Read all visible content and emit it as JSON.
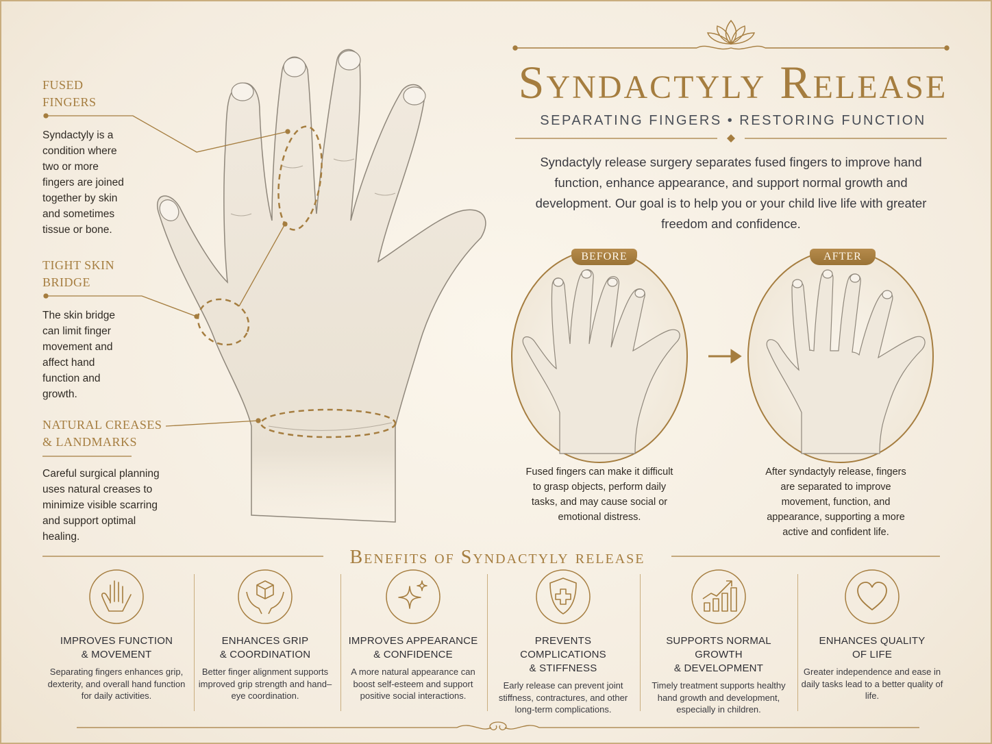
{
  "title": "Syndactyly Release",
  "subtitle": "SEPARATING FINGERS • RESTORING FUNCTION",
  "intro": "Syndactyly release surgery separates fused fingers to improve hand function, enhance appearance, and support normal growth and development. Our goal is to help you or your child live life with greater freedom and confidence.",
  "annotations": [
    {
      "heading_line1": "FUSED",
      "heading_line2": "FINGERS",
      "text": "Syndactyly is a condition where two or more fingers are joined together by skin and sometimes tissue or bone."
    },
    {
      "heading_line1": "TIGHT SKIN",
      "heading_line2": "BRIDGE",
      "text": "The skin bridge can limit finger movement and affect hand function and growth."
    },
    {
      "heading_line1": "NATURAL CREASES",
      "heading_line2": "& LANDMARKS",
      "text": "Careful surgical planning uses natural creases to minimize visible scarring and support optimal healing."
    }
  ],
  "comparison": {
    "before_label": "BEFORE",
    "after_label": "AFTER",
    "before_caption": "Fused fingers can make it difficult to grasp objects, perform daily tasks, and may cause social or emotional distress.",
    "after_caption": "After syndactyly release, fingers are separated to improve movement, function, and appearance, supporting a more active and confident life."
  },
  "benefits_title": "Benefits of Syndactyly release",
  "benefits": [
    {
      "icon": "open-hand-icon",
      "title_line1": "IMPROVES FUNCTION",
      "title_line2": "& MOVEMENT",
      "text": "Separating fingers enhances grip, dexterity, and overall hand function for daily activities."
    },
    {
      "icon": "hands-holding-cube-icon",
      "title_line1": "ENHANCES GRIP",
      "title_line2": "& COORDINATION",
      "text": "Better finger alignment supports improved grip strength and hand–eye coordination."
    },
    {
      "icon": "sparkle-icon",
      "title_line1": "IMPROVES APPEARANCE",
      "title_line2": "& CONFIDENCE",
      "text": "A more natural appearance can boost self-esteem and support positive social interactions."
    },
    {
      "icon": "shield-cross-icon",
      "title_line1": "PREVENTS COMPLICATIONS",
      "title_line2": "& STIFFNESS",
      "text": "Early release can prevent joint stiffness, contractures, and other long-term complications."
    },
    {
      "icon": "growth-chart-icon",
      "title_line1": "SUPPORTS NORMAL GROWTH",
      "title_line2": "& DEVELOPMENT",
      "text": "Timely treatment supports healthy hand growth and development, especially in children."
    },
    {
      "icon": "heart-icon",
      "title_line1": "ENHANCES QUALITY",
      "title_line2": "OF LIFE",
      "text": "Greater independence and ease in daily tasks lead to a better quality of life."
    }
  ],
  "colors": {
    "gold": "#a57d3f",
    "background": "#f6efe3",
    "text": "#2f2a24"
  }
}
